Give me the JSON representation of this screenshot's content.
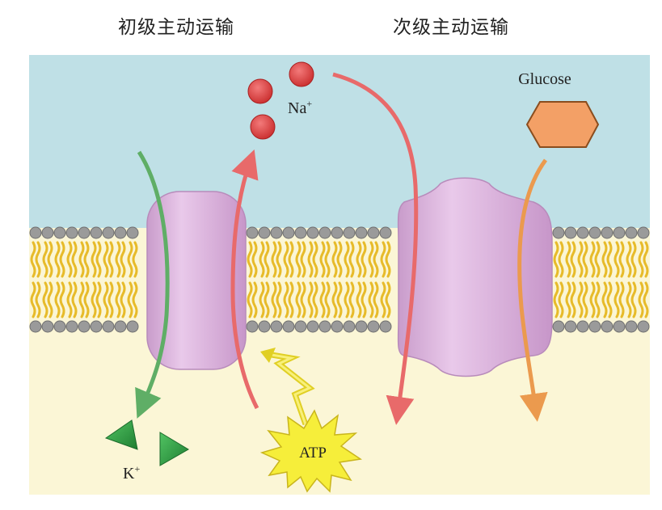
{
  "headings": {
    "primary": "初级主动运输",
    "secondary": "次级主动运输"
  },
  "labels": {
    "na": "Na",
    "na_charge": "+",
    "k": "K",
    "k_charge": "+",
    "glucose": "Glucose",
    "atp": "ATP"
  },
  "colors": {
    "extracellular": "#bfe0e6",
    "intracellular": "#fbf6d6",
    "protein": "#dcb4dc",
    "lipid_head": "#9a9a9a",
    "lipid_tail": "#e7bb2a",
    "sodium": "#e04848",
    "potassium": "#2f9a43",
    "glucose": "#f3a066",
    "atp": "#f6ee3a",
    "arrow_red": "#e86a6a",
    "arrow_green": "#5fae66",
    "arrow_orange": "#eb9a4e"
  }
}
